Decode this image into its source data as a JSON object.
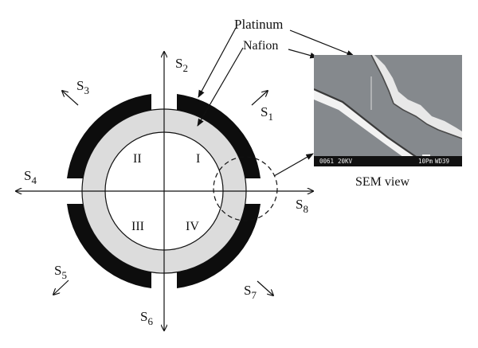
{
  "labels": {
    "platinum": "Platinum",
    "nafion": "Nafion",
    "sem_view": "SEM view"
  },
  "quadrants": [
    "I",
    "II",
    "III",
    "IV"
  ],
  "sensors": [
    {
      "id": "s1",
      "main": "S",
      "sub": "1"
    },
    {
      "id": "s2",
      "main": "S",
      "sub": "2"
    },
    {
      "id": "s3",
      "main": "S",
      "sub": "3"
    },
    {
      "id": "s4",
      "main": "S",
      "sub": "4"
    },
    {
      "id": "s5",
      "main": "S",
      "sub": "5"
    },
    {
      "id": "s6",
      "main": "S",
      "sub": "6"
    },
    {
      "id": "s7",
      "main": "S",
      "sub": "7"
    },
    {
      "id": "s8",
      "main": "S",
      "sub": "8"
    }
  ],
  "sem_overlay": {
    "left": "0061",
    "mid": "20KV",
    "scale": "10Pm",
    "right": "WD39"
  },
  "colors": {
    "electrode": "#0d0d0d",
    "membrane": "#dcdcdc",
    "line": "#111111",
    "sem_background": "#8c9094"
  }
}
